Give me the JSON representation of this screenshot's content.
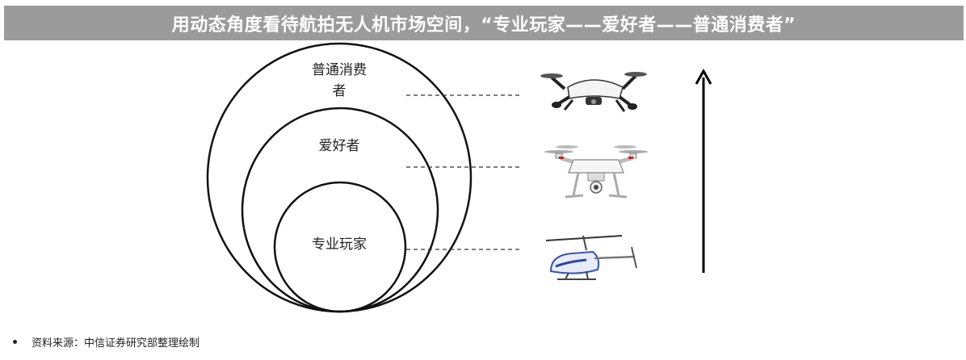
{
  "header": {
    "title": "用动态角度看待航拍无人机市场空间，“专业玩家——爱好者——普通消费者”"
  },
  "circles": {
    "outer_label_line1": "普通消费",
    "outer_label_line2": "者",
    "middle_label": "爱好者",
    "inner_label": "专业玩家"
  },
  "products": [
    {
      "name": "drone-quadcopter-foldable",
      "icon": "drone-icon"
    },
    {
      "name": "drone-quadcopter-camera",
      "icon": "camera-drone-icon"
    },
    {
      "name": "rc-helicopter",
      "icon": "helicopter-icon"
    }
  ],
  "footer": {
    "source": "资料来源：中信证券研究部整理绘制"
  }
}
